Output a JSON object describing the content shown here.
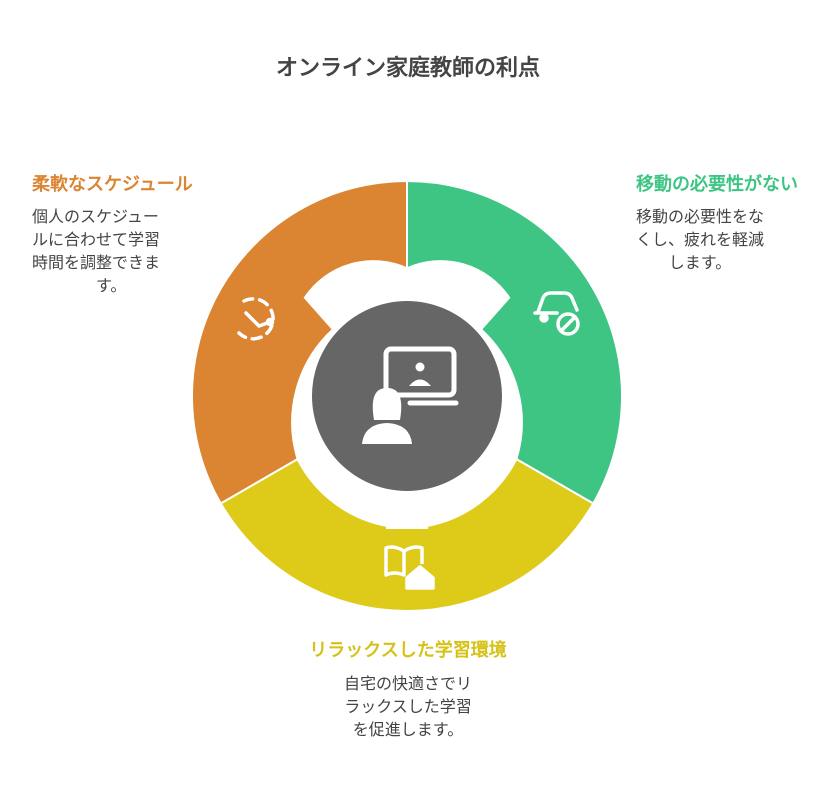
{
  "title": "オンライン家庭教師の利点",
  "colors": {
    "orange": "#DB8431",
    "green": "#3EC584",
    "yellow": "#DDCA19",
    "center": "#666666",
    "text": "#444444"
  },
  "center_icon": "person-with-computer-icon",
  "segments": [
    {
      "heading": "柔軟なスケジュール",
      "desc_lines": [
        "個人のスケジュー",
        "ルに合わせて学習",
        "時間を調整できま",
        "す。"
      ],
      "icon": "clock-icon"
    },
    {
      "heading": "移動の必要性がない",
      "desc_lines": [
        "移動の必要性をな",
        "くし、疲れを軽減",
        "します。"
      ],
      "icon": "no-car-icon"
    },
    {
      "heading": "リラックスした学習環境",
      "desc_lines": [
        "自宅の快適さでリ",
        "ラックスした学習",
        "を促進します。"
      ],
      "icon": "book-home-icon"
    }
  ]
}
